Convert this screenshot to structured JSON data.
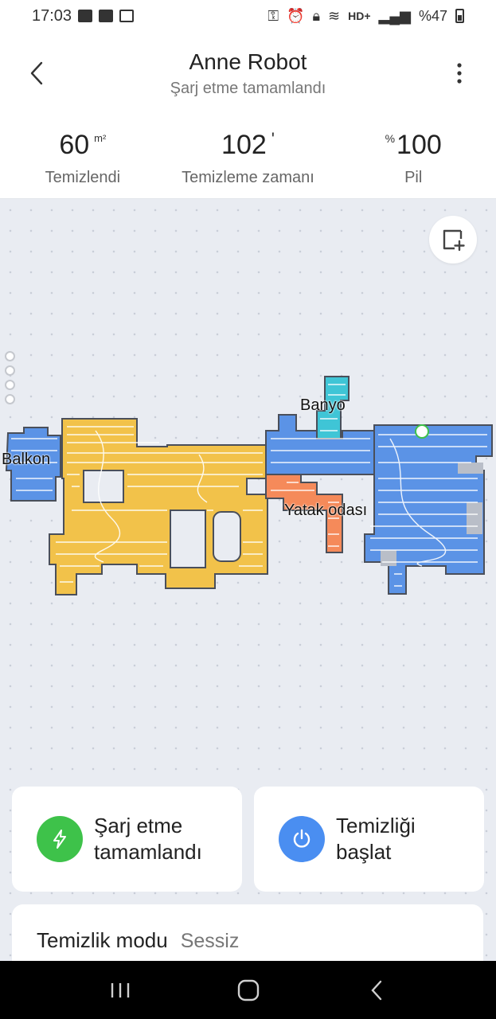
{
  "status_bar": {
    "time": "17:03",
    "network": "HD+",
    "battery_text": "%47",
    "icons": [
      "chat-icon",
      "image-icon",
      "calendar-icon",
      "key-icon",
      "alarm-icon",
      "lock-icon",
      "wifi-icon",
      "signal-icon",
      "battery-icon"
    ]
  },
  "header": {
    "title": "Anne Robot",
    "subtitle": "Şarj etme tamamlandı"
  },
  "stats": [
    {
      "value": "60",
      "unit": "m²",
      "label": "Temizlendi"
    },
    {
      "value": "102",
      "unit": "'",
      "label": "Temizleme zamanı"
    },
    {
      "value": "100",
      "unit": "%",
      "label": "Pil"
    }
  ],
  "map": {
    "rooms": [
      "Balkon",
      "Banyo",
      "Yatak odası"
    ],
    "room_colors": {
      "balkon": "#5b93e6",
      "living": "#f2c24a",
      "banyo": "#3fc5d6",
      "yatak": "#f58a5a",
      "right": "#5b93e6"
    }
  },
  "actions": {
    "charge": {
      "label": "Şarj etme tamamlandı",
      "color": "#3ec24a"
    },
    "start": {
      "label": "Temizliği başlat",
      "color": "#4a8ef1"
    }
  },
  "mode": {
    "label": "Temizlik modu",
    "value": "Sessiz"
  }
}
